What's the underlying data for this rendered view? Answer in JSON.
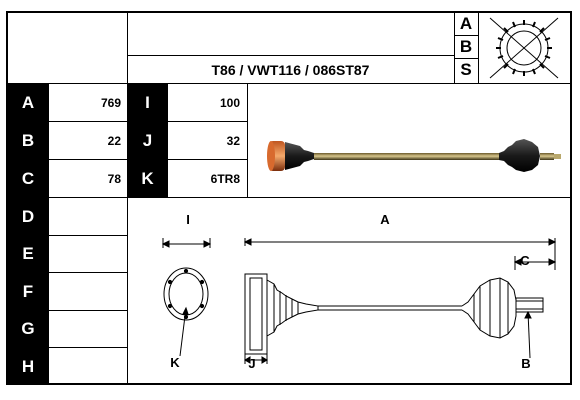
{
  "header": {
    "reference": "T86 / VWT116 / 086ST87",
    "abs_letters": [
      "A",
      "B",
      "S"
    ],
    "abs_ring_icon": "crossed-out-abs-ring-icon"
  },
  "specs": [
    {
      "label": "A",
      "value": "769",
      "label2": "I",
      "value2": "100"
    },
    {
      "label": "B",
      "value": "22",
      "label2": "J",
      "value2": "32"
    },
    {
      "label": "C",
      "value": "78",
      "label2": "K",
      "value2": "6TR8"
    }
  ],
  "extra_rows": [
    {
      "label": "D",
      "value": ""
    },
    {
      "label": "E",
      "value": ""
    },
    {
      "label": "F",
      "value": ""
    },
    {
      "label": "G",
      "value": ""
    },
    {
      "label": "H",
      "value": ""
    }
  ],
  "drawing": {
    "dim_I": "I",
    "dim_A": "A",
    "dim_C": "C",
    "dim_K": "K",
    "dim_J": "J",
    "dim_B": "B"
  },
  "photo": {
    "icon": "drive-shaft-photo-icon"
  }
}
